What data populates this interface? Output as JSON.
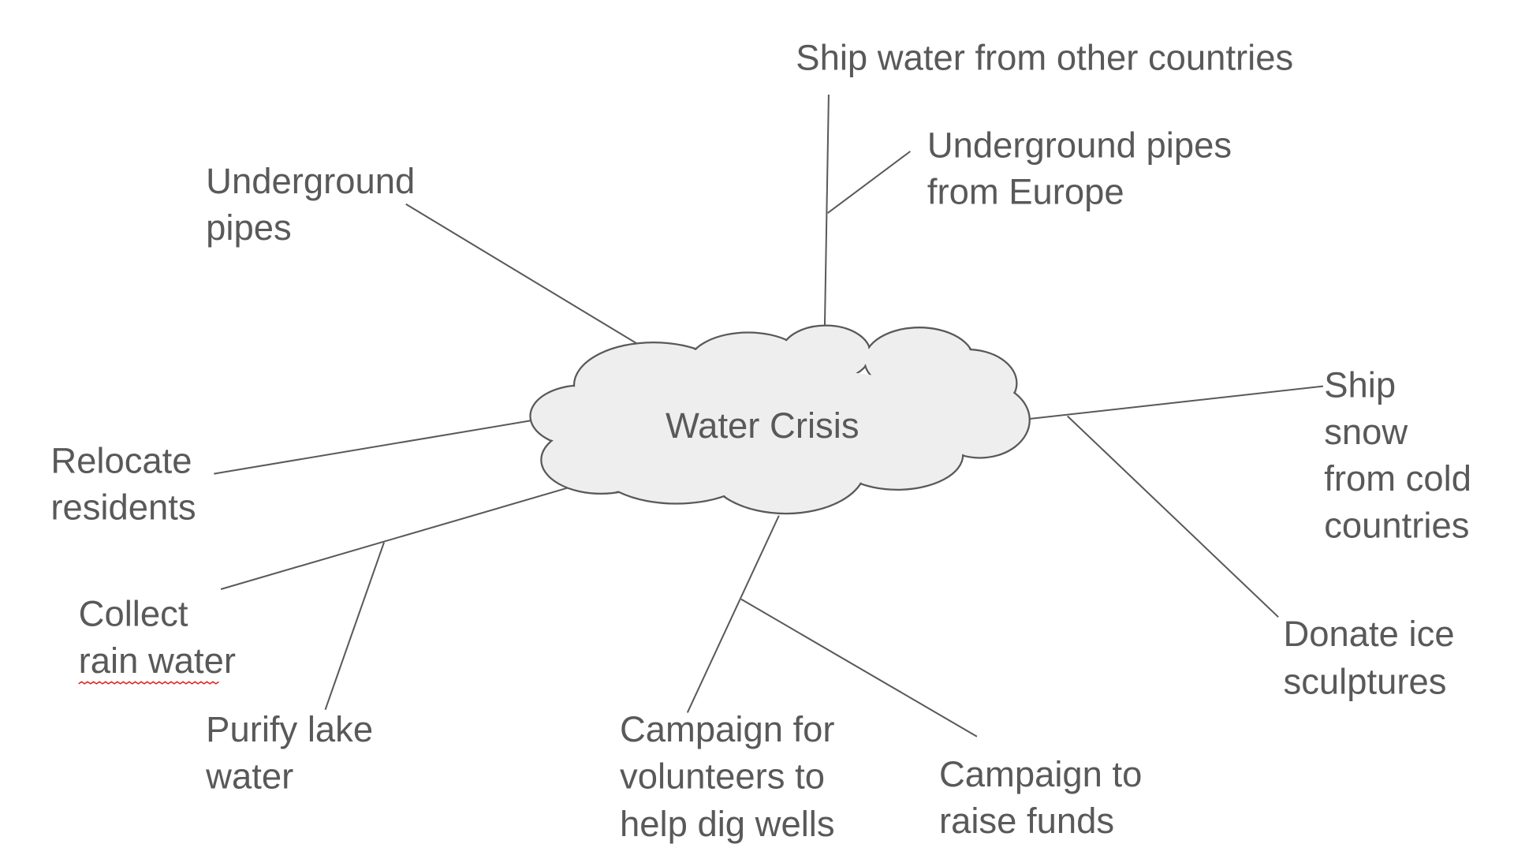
{
  "center": {
    "label": "Water Crisis",
    "fill": "#eeeeee",
    "stroke": "#595959"
  },
  "nodes": {
    "ship_water": [
      "Ship water from other countries"
    ],
    "pipes_europe": [
      "Underground pipes",
      "from Europe"
    ],
    "underground_pipes": [
      "Underground",
      "pipes"
    ],
    "relocate": [
      "Relocate",
      "residents"
    ],
    "collect_rain": [
      "Collect",
      "rain water"
    ],
    "purify_lake": [
      "Purify lake",
      "water"
    ],
    "campaign_volunteers": [
      "Campaign for",
      "volunteers to",
      "help dig wells"
    ],
    "campaign_funds": [
      "Campaign to",
      "raise funds"
    ],
    "ship_snow": [
      "Ship",
      "snow",
      "from cold",
      "countries"
    ],
    "donate_ice": [
      "Donate ice",
      "sculptures"
    ]
  },
  "colors": {
    "text": "#595959",
    "spellcheck_underline": "#e02020"
  }
}
